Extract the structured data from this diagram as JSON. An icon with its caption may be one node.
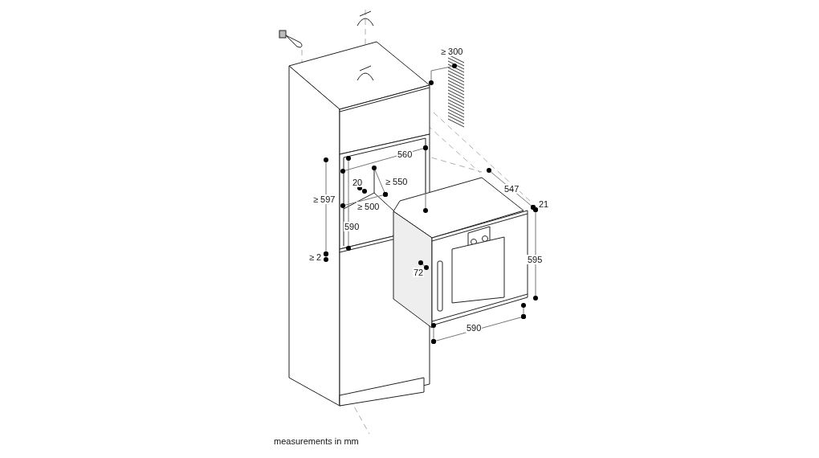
{
  "diagram": {
    "labels": [
      "≥ 300",
      "560",
      "20",
      "≥ 550",
      "≥ 597",
      "≥ 500",
      "547",
      "21",
      "590",
      "595",
      "≥ 2",
      "72",
      "590",
      "measurements in mm"
    ]
  }
}
